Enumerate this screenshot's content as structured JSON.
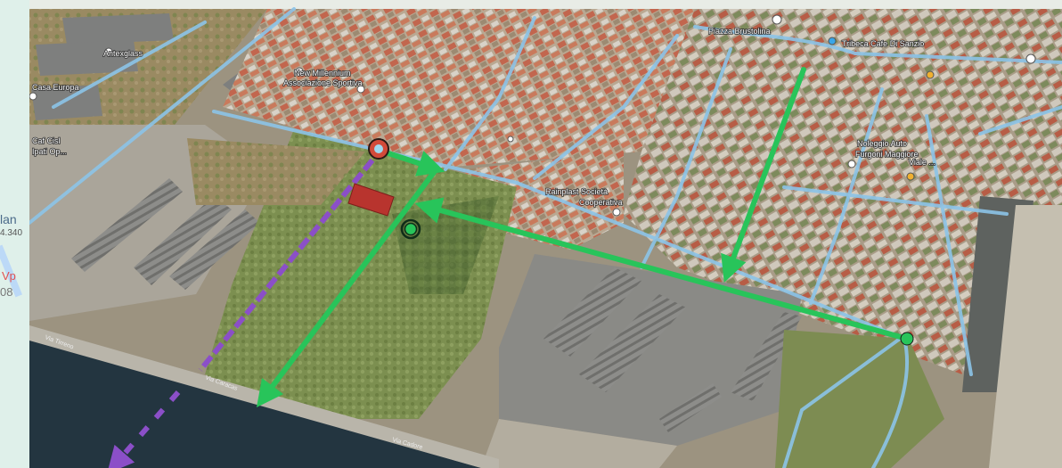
{
  "map": {
    "type": "satellite-aerial",
    "poi_labels": [
      {
        "id": "antex",
        "text": "Antexglass"
      },
      {
        "id": "euro",
        "text": "Casa Europa"
      },
      {
        "id": "caf",
        "text": "Caf Cisl"
      },
      {
        "id": "caf2",
        "text": "Ipati Op..."
      },
      {
        "id": "newmill",
        "text": "New Millennium"
      },
      {
        "id": "assoc",
        "text": "Associazione Sportiva"
      },
      {
        "id": "piazza",
        "text": "Piazza Brustolina"
      },
      {
        "id": "tribeca",
        "text": "Tribeca Cafe Di Sanzio"
      },
      {
        "id": "noleggio",
        "text": "Noleggio Auto"
      },
      {
        "id": "furgoni",
        "text": "Furgoni Maggiore"
      },
      {
        "id": "rainplast",
        "text": "Rainplast Società"
      },
      {
        "id": "coop",
        "text": "Cooperativa"
      },
      {
        "id": "vialeX",
        "text": "Viale ..."
      }
    ],
    "road_labels": [
      {
        "id": "r1",
        "text": "Via Tirreno"
      },
      {
        "id": "r2",
        "text": "Via Caracas"
      },
      {
        "id": "r3",
        "text": "Via Cadore"
      }
    ],
    "left_strip": {
      "label": "lan",
      "value": "4.340",
      "badge": "Vp",
      "badge_value": "08"
    },
    "colors": {
      "route_green": "#28c45a",
      "route_purple": "#8b4fc8",
      "marker_red": "#d24a3a",
      "target_green": "#1e9b46",
      "building_red": "#b8342e",
      "road_blue": "#8cc4e8",
      "canal": "#233540"
    }
  }
}
